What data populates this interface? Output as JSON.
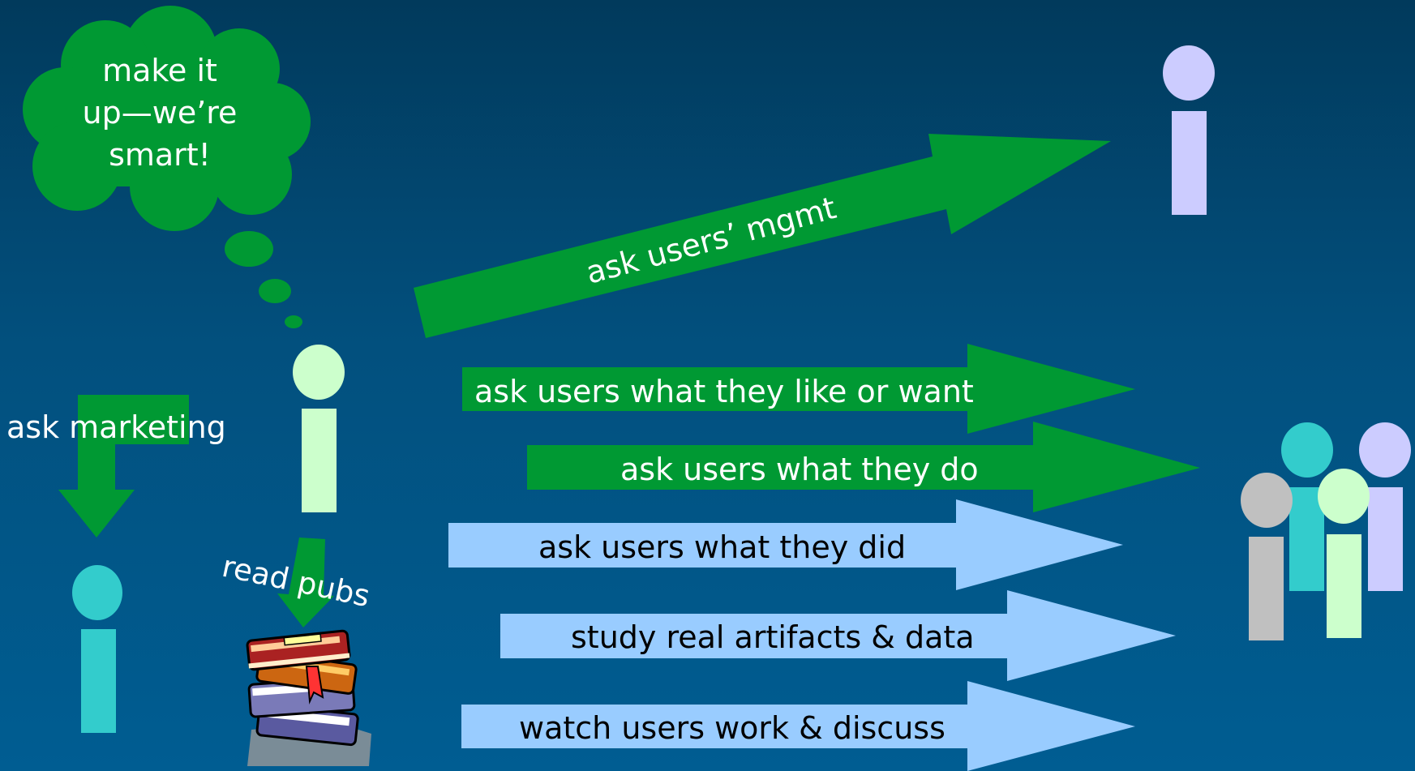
{
  "colors": {
    "green": "#009933",
    "light_blue": "#99ccff",
    "researcher": "#ccffcc",
    "marketing_person": "#33cccc",
    "management_person": "#ccccff",
    "gray_person": "#c0c0c0",
    "text_light": "#ffffff",
    "text_dark": "#000000"
  },
  "thought_bubble": {
    "lines": [
      "make it",
      "up—we’re",
      "smart!"
    ]
  },
  "labels": {
    "ask_marketing": "ask marketing",
    "read_pubs": "read pubs",
    "ask_mgmt": "ask users’ mgmt"
  },
  "arrows": [
    {
      "label": "ask users what they like or want",
      "kind": "green"
    },
    {
      "label": "ask users what they do",
      "kind": "green"
    },
    {
      "label": "ask users what they did",
      "kind": "light_blue"
    },
    {
      "label": "study real artifacts & data",
      "kind": "light_blue"
    },
    {
      "label": "watch users work & discuss",
      "kind": "light_blue"
    }
  ],
  "icons": {
    "books": "stack-of-books-icon"
  }
}
